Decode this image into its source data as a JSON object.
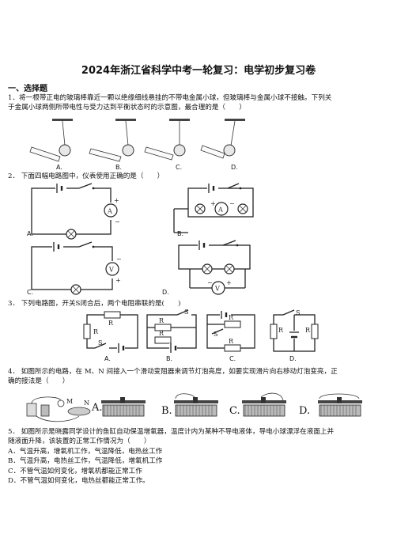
{
  "title": "2024年浙江省科学中考一轮复习：电学初步复习卷",
  "section": "一、选择题",
  "questions": [
    {
      "line1": "1．将一根带正电的玻璃棒靠近一颗以绝缘细线悬挂的不带电金属小球，但玻璃棒与金属小球不接触。下列关",
      "line2": "于金属小球两侧所带电性与受力达到平衡状态时的示意图，最合理的是（　　）",
      "options": [
        "A.",
        "B.",
        "C.",
        "D."
      ]
    },
    {
      "line1": "2．  下面四幅电路图中，仪表使用正确的是（　　）",
      "options": [
        "A.",
        "B.",
        "C.",
        "D."
      ]
    },
    {
      "line1": "3．  下列电路图，开关S闭合后，两个电阻串联的是(　　)",
      "options": [
        "A.",
        "B.",
        "C.",
        "D."
      ]
    },
    {
      "line1": "4．  如图所示的电路，在 M、N 间接入一个滑动变阻器来调节灯泡亮度，如要实现滑片向右移动灯泡变亮，正",
      "line2": "确的接法是（　　）",
      "options": [
        "A.",
        "B.",
        "C.",
        "D."
      ]
    },
    {
      "line1": "5．  如图所示是晓露同学设计的鱼缸自动保温增氧器，温度计内为某种不导电液体，导电小球漂浮在液面上并",
      "line2": "随液面升降，该装置的正常工作情况为（　　）",
      "choices": [
        "A．气温升高，增氧机工作，气温降低，电热丝工作",
        "B．气温升高，电热丝工作，气温降低，增氧机工作",
        "C．不管气温如何变化，增氧机都能正常工作",
        "D．不管气温如何变化，电热丝都能正常工作。"
      ]
    }
  ],
  "symbols": {
    "ammeter": "A",
    "voltmeter": "V",
    "resistor": "R",
    "switch": "S",
    "plus": "+",
    "minus": "−",
    "m": "M",
    "n": "N"
  }
}
